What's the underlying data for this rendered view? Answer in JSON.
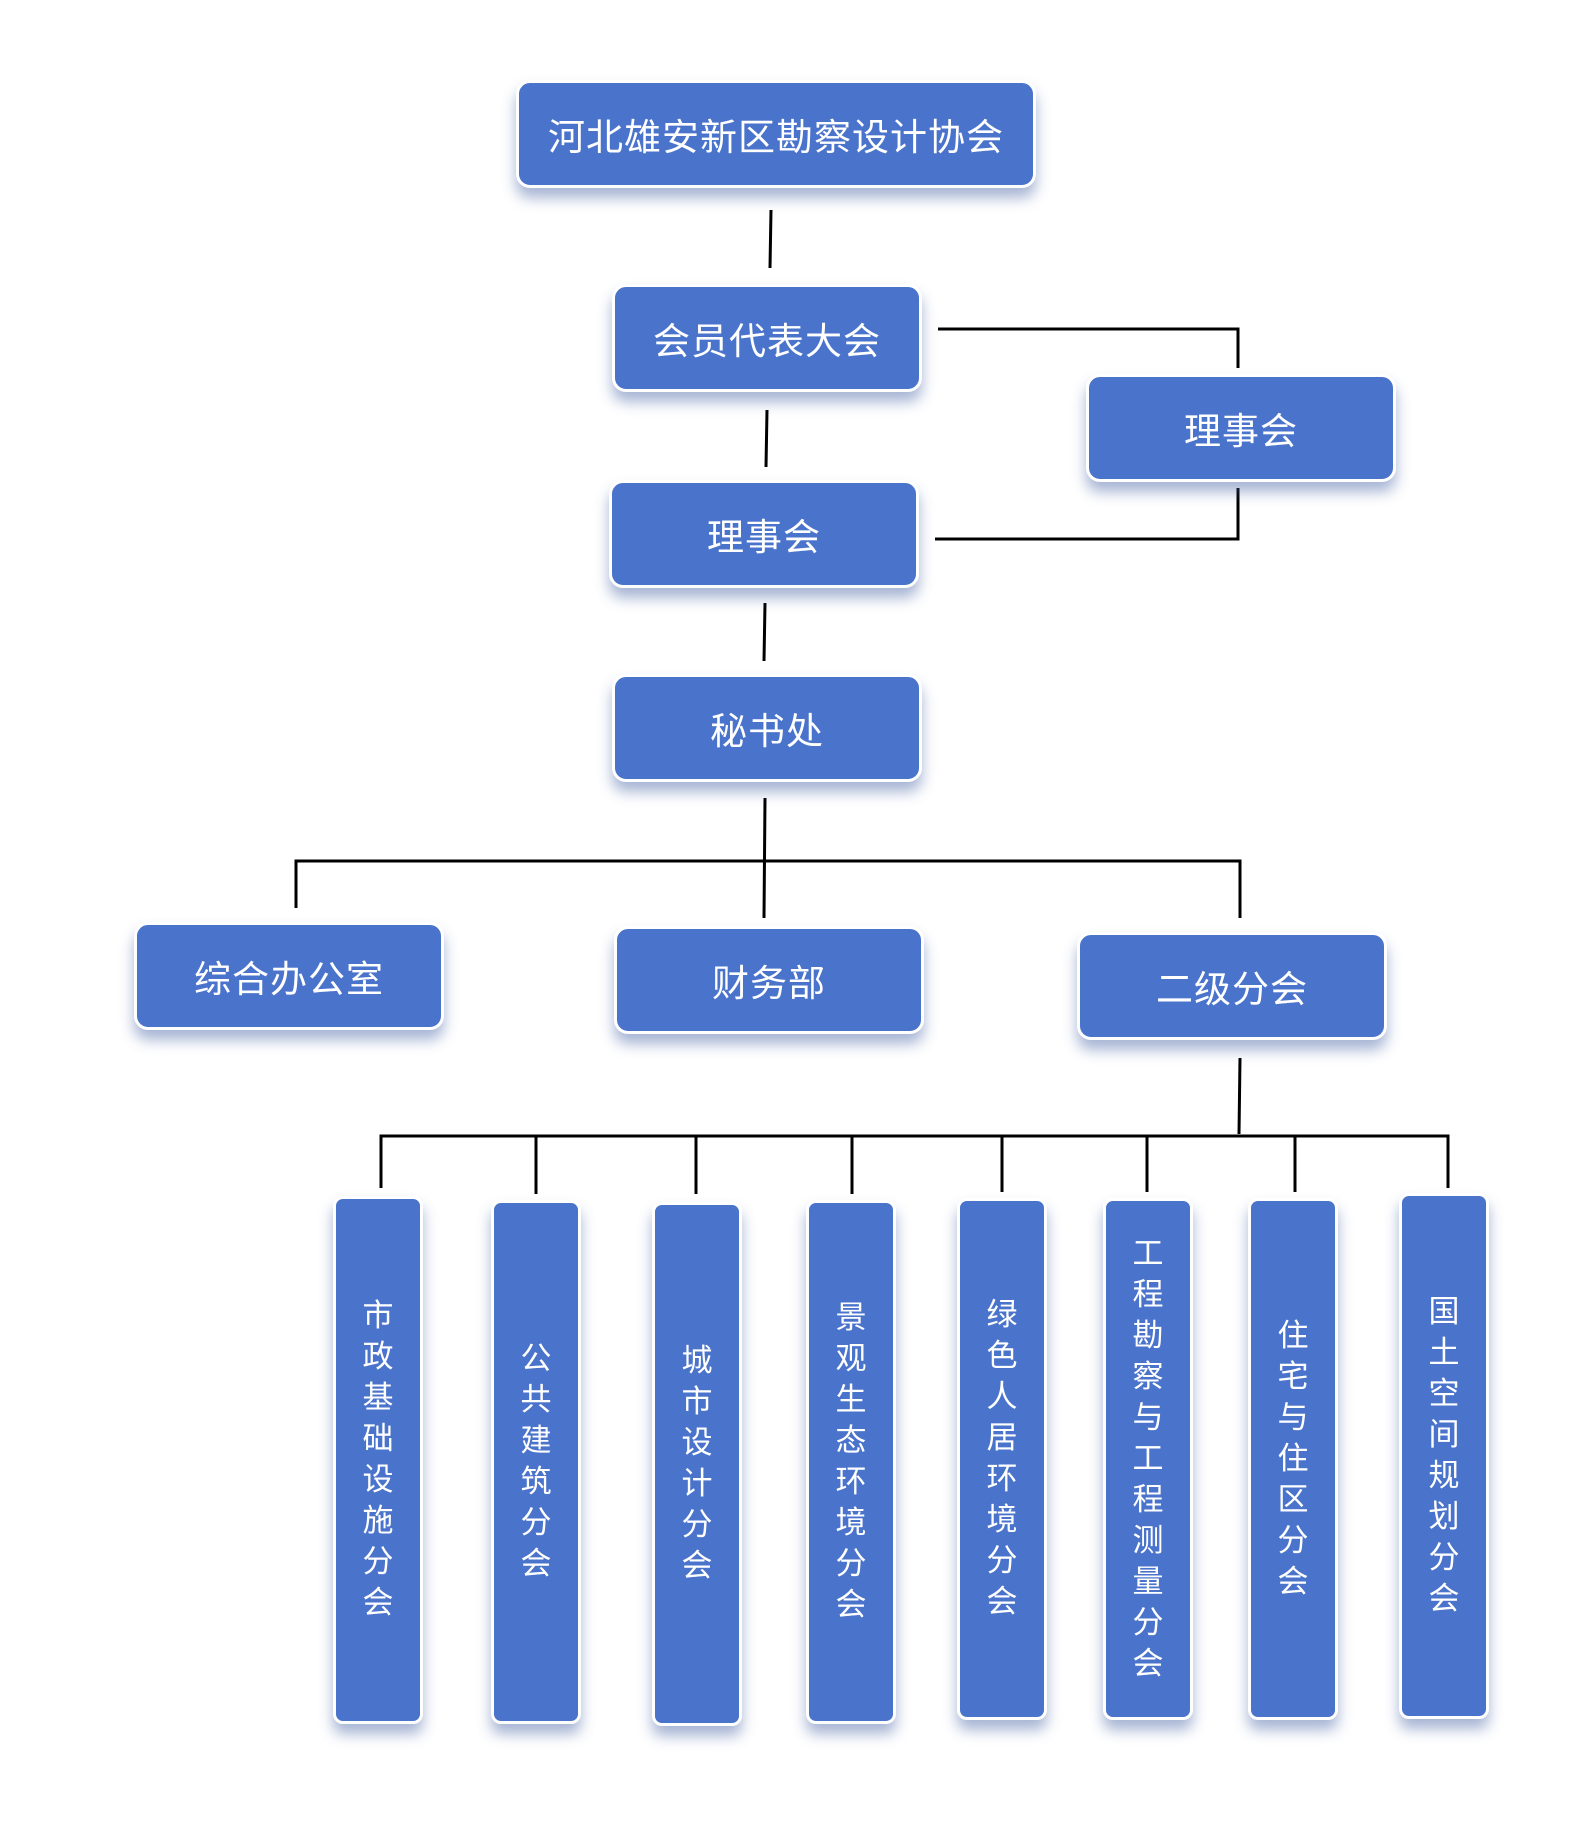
{
  "root": "河北雄安新区勘察设计协会",
  "general_meeting": "会员代表大会",
  "board_right": "理事会",
  "board": "理事会",
  "secretariat": "秘书处",
  "departments": {
    "office": "综合办公室",
    "finance": "财务部",
    "sub_branches": "二级分会"
  },
  "branches": [
    "市政基础设施分会",
    "公共建筑分会",
    "城市设计分会",
    "景观生态环境分会",
    "绿色人居环境分会",
    "工程勘察与工程测量分会",
    "住宅与住区分会",
    "国土空间规划分会"
  ],
  "colors": {
    "node_fill": "#4a73cb",
    "node_text": "#ffffff",
    "connector": "#000000"
  }
}
